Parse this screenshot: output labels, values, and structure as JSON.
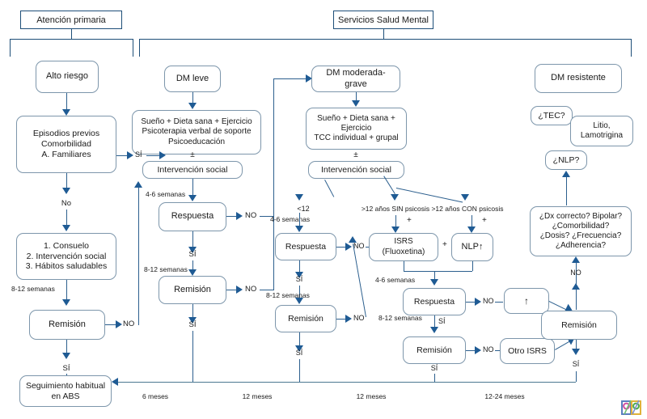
{
  "headers": [
    {
      "id": "atencion-primaria",
      "label": "Atención primaria"
    },
    {
      "id": "servicios-salud-mental",
      "label": "Servicios Salud Mental"
    }
  ],
  "nodes": {
    "alto_riesgo": "Alto riesgo",
    "episodios": "Episodios previos\nComorbilidad\nA. Familiares",
    "consuelo": "1. Consuelo\n2. Intervención social\n3. Hábitos saludables",
    "remision_ap": "Remisión",
    "seguimiento": "Seguimiento habitual\nen ABS",
    "dm_leve": "DM leve",
    "sueno_leve": "Sueño + Dieta sana + Ejercicio\nPsicoterapia verbal de soporte\nPsicoeducación",
    "intervencion_leve": "Intervención social",
    "respuesta_leve": "Respuesta",
    "remision_leve": "Remisión",
    "dm_moderada": "DM moderada-grave",
    "sueno_mod": "Sueño + Dieta sana +\nEjercicio\nTCC individual + grupal",
    "intervencion_mod": "Intervención social",
    "respuesta_mod": "Respuesta",
    "remision_mod": "Remisión",
    "isrs": "ISRS (Fluoxetina)",
    "nlp": "NLP↑",
    "respuesta_isrs": "Respuesta",
    "remision_isrs": "Remisión",
    "aumentar": "↑",
    "otro_isrs": "Otro ISRS",
    "remision_res": "Remisión",
    "dm_resistente": "DM resistente",
    "tec": "¿TEC?",
    "litio": "Litio,\nLamotrigina",
    "nlp_q": "¿NLP?",
    "dx": "¿Dx correcto? Bipolar?\n¿Comorbilidad?\n¿Dosis? ¿Frecuencia?\n¿Adherencia?"
  },
  "edge_labels": {
    "si": "SÍ",
    "no": "NO",
    "no_lower": "No",
    "plusminus": "±",
    "plus": "+",
    "w46": "4-6 semanas",
    "w812": "8-12 semanas",
    "under12": "<12",
    "sin_psicosis": ">12 años SIN psicosis",
    "con_psicosis": ">12 años CON psicosis"
  },
  "timeline": [
    {
      "id": "t6",
      "label": "6 meses"
    },
    {
      "id": "t12a",
      "label": "12 meses"
    },
    {
      "id": "t12b",
      "label": "12 meses"
    },
    {
      "id": "t1224",
      "label": "12-24 meses"
    }
  ],
  "colors": {
    "node_border": "#7d96ab",
    "header_border": "#1d4e78",
    "arrow": "#1f5b94",
    "connector": "#2c5f8e",
    "baseline": "#4b7891",
    "text": "#1a1a1a"
  }
}
